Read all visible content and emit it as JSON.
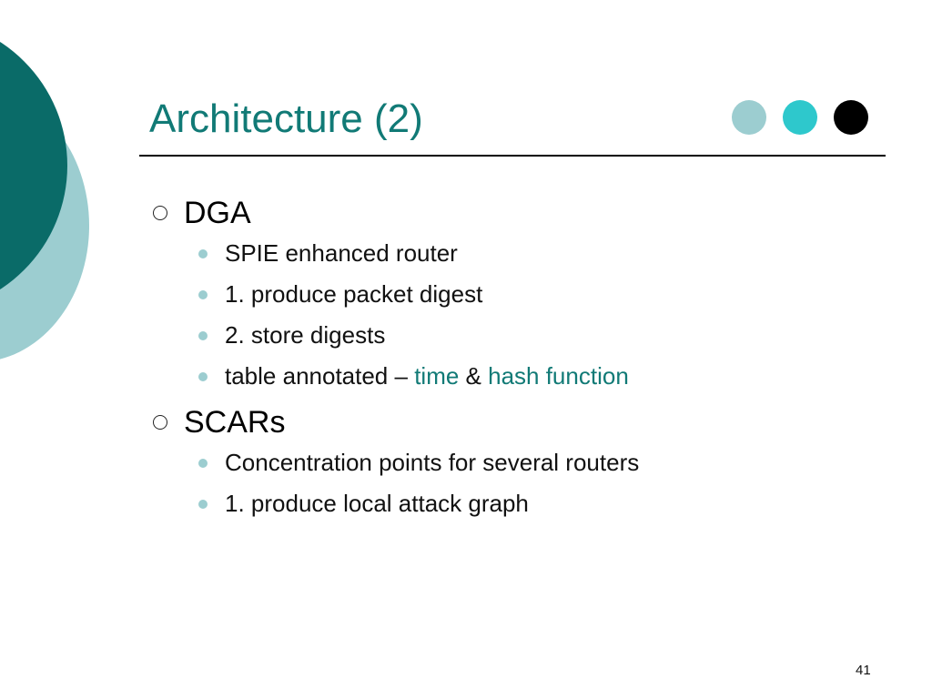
{
  "slide": {
    "title": "Architecture (2)",
    "page_number": "41",
    "colors": {
      "title": "#117a76",
      "accent_text": "#117a76",
      "deco_dark": "#0a6b68",
      "deco_light": "#9ccdd0",
      "sub_bullet": "#9ccdd0"
    },
    "dots": [
      {
        "color": "#9ccdd0"
      },
      {
        "color": "#2ec8cc"
      },
      {
        "color": "#000000"
      }
    ],
    "sections": [
      {
        "heading": "DGA",
        "bullet_icon": "hollow-circle-bullet",
        "items": [
          {
            "text": "SPIE enhanced router"
          },
          {
            "text": "1. produce packet digest"
          },
          {
            "text": "2. store digests"
          },
          {
            "parts": [
              {
                "text": "table annotated – ",
                "accent": false
              },
              {
                "text": "time",
                "accent": true
              },
              {
                "text": " & ",
                "accent": false
              },
              {
                "text": "hash function",
                "accent": true
              }
            ]
          }
        ]
      },
      {
        "heading": "SCARs",
        "bullet_icon": "hollow-circle-bullet",
        "items": [
          {
            "text": "Concentration points for several routers"
          },
          {
            "text": "1. produce local attack graph"
          }
        ]
      }
    ]
  }
}
